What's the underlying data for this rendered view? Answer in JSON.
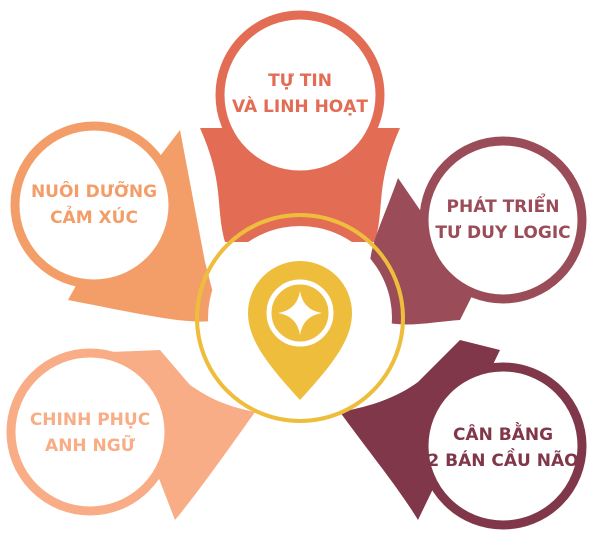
{
  "colors": {
    "center_ring": "#efbd3c",
    "center_pin": "#efbd3c",
    "center_star": "#ffffff",
    "petal_background": "#ffffff"
  },
  "center": {
    "icon": "location-pin-star-icon"
  },
  "petals": [
    {
      "id": "top",
      "line1": "TỰ TIN",
      "line2": "VÀ LINH HOẠT",
      "color": "#e36c55"
    },
    {
      "id": "upper-right",
      "line1": "PHÁT TRIỂN",
      "line2": "TƯ DUY LOGIC",
      "color": "#9a4c58"
    },
    {
      "id": "lower-right",
      "line1": "CÂN BẰNG",
      "line2": "2 BÁN CẦU NÃO",
      "color": "#80374a"
    },
    {
      "id": "lower-left",
      "line1": "CHINH PHỤC",
      "line2": "ANH NGỮ",
      "color": "#f8ad86"
    },
    {
      "id": "upper-left",
      "line1": "NUÔI DƯỠNG",
      "line2": "CẢM XÚC",
      "color": "#f39e68"
    }
  ]
}
